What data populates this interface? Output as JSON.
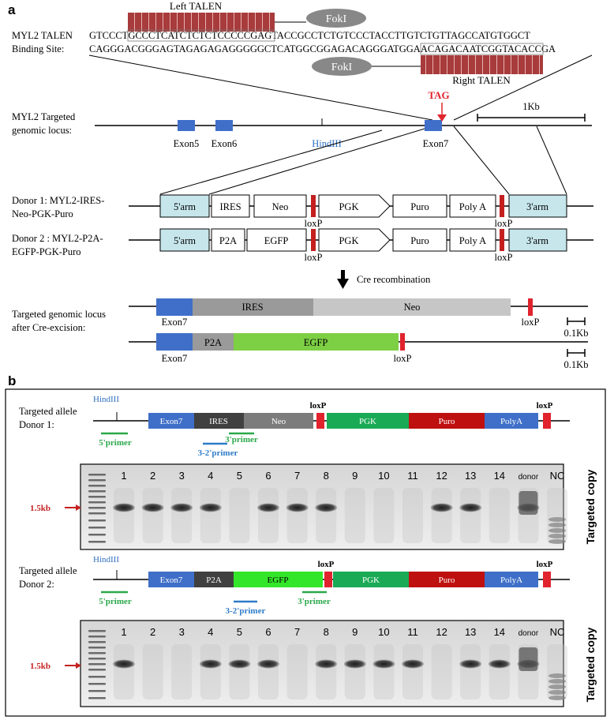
{
  "panel_a": {
    "label": "a",
    "talen": {
      "left": "Left TALEN",
      "right": "Right TALEN",
      "foki": "FokI",
      "site_label_1": "MYL2 TALEN",
      "site_label_2": "Binding Site:",
      "seq_top_a": "GTCCCT",
      "seq_top_b": "GCCCTCATCTCTCTCCCCC",
      "seq_top_c": "GAGTACCGCCTCTGTCCCTACCTTGTCTGTTAGCCATGTGGCT",
      "seq_bot_a": "CAGGGACGGGAGTAGAGAGAGGGGGCTCATGGCGGAGACAGGG",
      "seq_bot_b": "ATGGAACAGACAATCGG",
      "seq_bot_c": "TACACCGA"
    },
    "locus": {
      "label_1": "MYL2 Targeted",
      "label_2": "genomic locus:",
      "exon5": "Exon5",
      "exon6": "Exon6",
      "exon7": "Exon7",
      "hind": "HindIII",
      "tag": "TAG",
      "scale": "1Kb"
    },
    "donor1": {
      "label_1": "Donor 1: MYL2-IRES-",
      "label_2": "Neo-PGK-Puro",
      "arm5": "5'arm",
      "b1": "IRES",
      "b2": "Neo",
      "pgk": "PGK",
      "puro": "Puro",
      "polya": "Poly A",
      "arm3": "3'arm",
      "loxp": "loxP"
    },
    "donor2": {
      "label_1": "Donor 2 : MYL2-P2A-",
      "label_2": "EGFP-PGK-Puro",
      "arm5": "5'arm",
      "b1": "P2A",
      "b2": "EGFP",
      "pgk": "PGK",
      "puro": "Puro",
      "polya": "Poly A",
      "arm3": "3'arm",
      "loxp": "loxP"
    },
    "cre": "Cre recombination",
    "excised": {
      "label_1": "Targeted genomic locus",
      "label_2": "after Cre-excision:",
      "ires": "IRES",
      "neo": "Neo",
      "p2a": "P2A",
      "egfp": "EGFP",
      "exon7": "Exon7",
      "loxp": "loxP",
      "scale": "0.1Kb"
    }
  },
  "panel_b": {
    "label": "b",
    "allele1": {
      "label_1": "Targeted allele",
      "label_2": "Donor 1:",
      "hind": "HindIII",
      "exon7": "Exon7",
      "b1": "IRES",
      "b2": "Neo",
      "pgk": "PGK",
      "puro": "Puro",
      "polya": "PolyA",
      "loxp": "loxP",
      "p5": "5'primer",
      "p3": "3'primer",
      "p32": "3-2'primer"
    },
    "allele2": {
      "label_1": "Targeted allele",
      "label_2": "Donor 2:",
      "hind": "HindIII",
      "exon7": "Exon7",
      "b1": "P2A",
      "b2": "EGFP",
      "pgk": "PGK",
      "puro": "Puro",
      "polya": "PolyA",
      "loxp": "loxP",
      "p5": "5'primer",
      "p3": "3'primer",
      "p32": "3-2'primer"
    },
    "gel_side_label": "Targeted copy",
    "marker": "1.5kb",
    "lanes": [
      "1",
      "2",
      "3",
      "4",
      "5",
      "6",
      "7",
      "8",
      "9",
      "10",
      "11",
      "12",
      "13",
      "14",
      "donor",
      "NC"
    ],
    "gel1_bands": [
      1,
      1,
      1,
      1,
      0,
      1,
      1,
      1,
      0,
      0,
      0,
      1,
      1,
      0,
      1,
      0
    ],
    "gel2_bands": [
      1,
      0,
      0,
      1,
      1,
      1,
      0,
      1,
      1,
      1,
      1,
      0,
      1,
      1,
      1,
      0
    ]
  },
  "colors": {
    "talen": "#a83b3b",
    "arm": "#c6e6ec",
    "exon": "#3f6fc8",
    "red": "#e0232d",
    "loxp": "#c42020",
    "ires": "#9a9a9a",
    "neo": "#c6c6c6",
    "egfp": "#7dcf44",
    "green_bright": "#33e629",
    "pgk": "#1aaa55",
    "puro": "#bf1010",
    "primer_green": "#2aa84a",
    "primer_blue": "#2f7cc8"
  }
}
